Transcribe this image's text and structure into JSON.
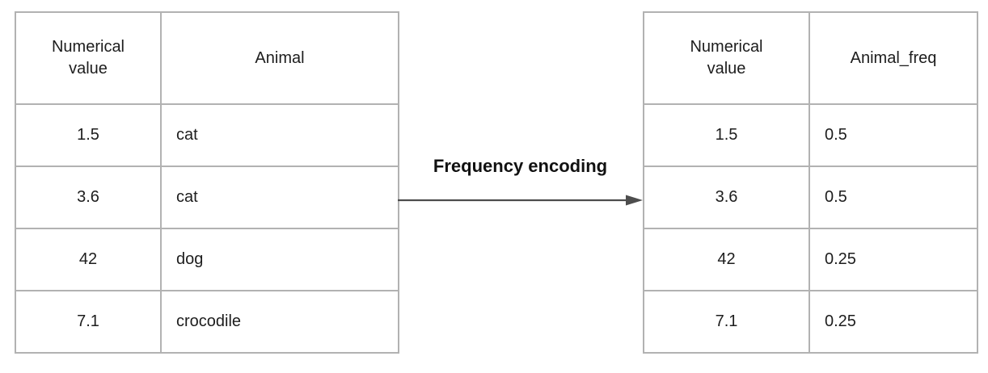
{
  "arrow": {
    "label": "Frequency encoding"
  },
  "left_table": {
    "headers": [
      "Numerical value",
      "Animal"
    ],
    "rows": [
      [
        "1.5",
        "cat"
      ],
      [
        "3.6",
        "cat"
      ],
      [
        "42",
        "dog"
      ],
      [
        "7.1",
        "crocodile"
      ]
    ]
  },
  "right_table": {
    "headers": [
      "Numerical value",
      "Animal_freq"
    ],
    "rows": [
      [
        "1.5",
        "0.5"
      ],
      [
        "3.6",
        "0.5"
      ],
      [
        "42",
        "0.25"
      ],
      [
        "7.1",
        "0.25"
      ]
    ]
  },
  "colors": {
    "table_border": "#b2b2b2",
    "arrow": "#4d4d4d",
    "text": "#1d1d1d",
    "background": "#ffffff"
  }
}
